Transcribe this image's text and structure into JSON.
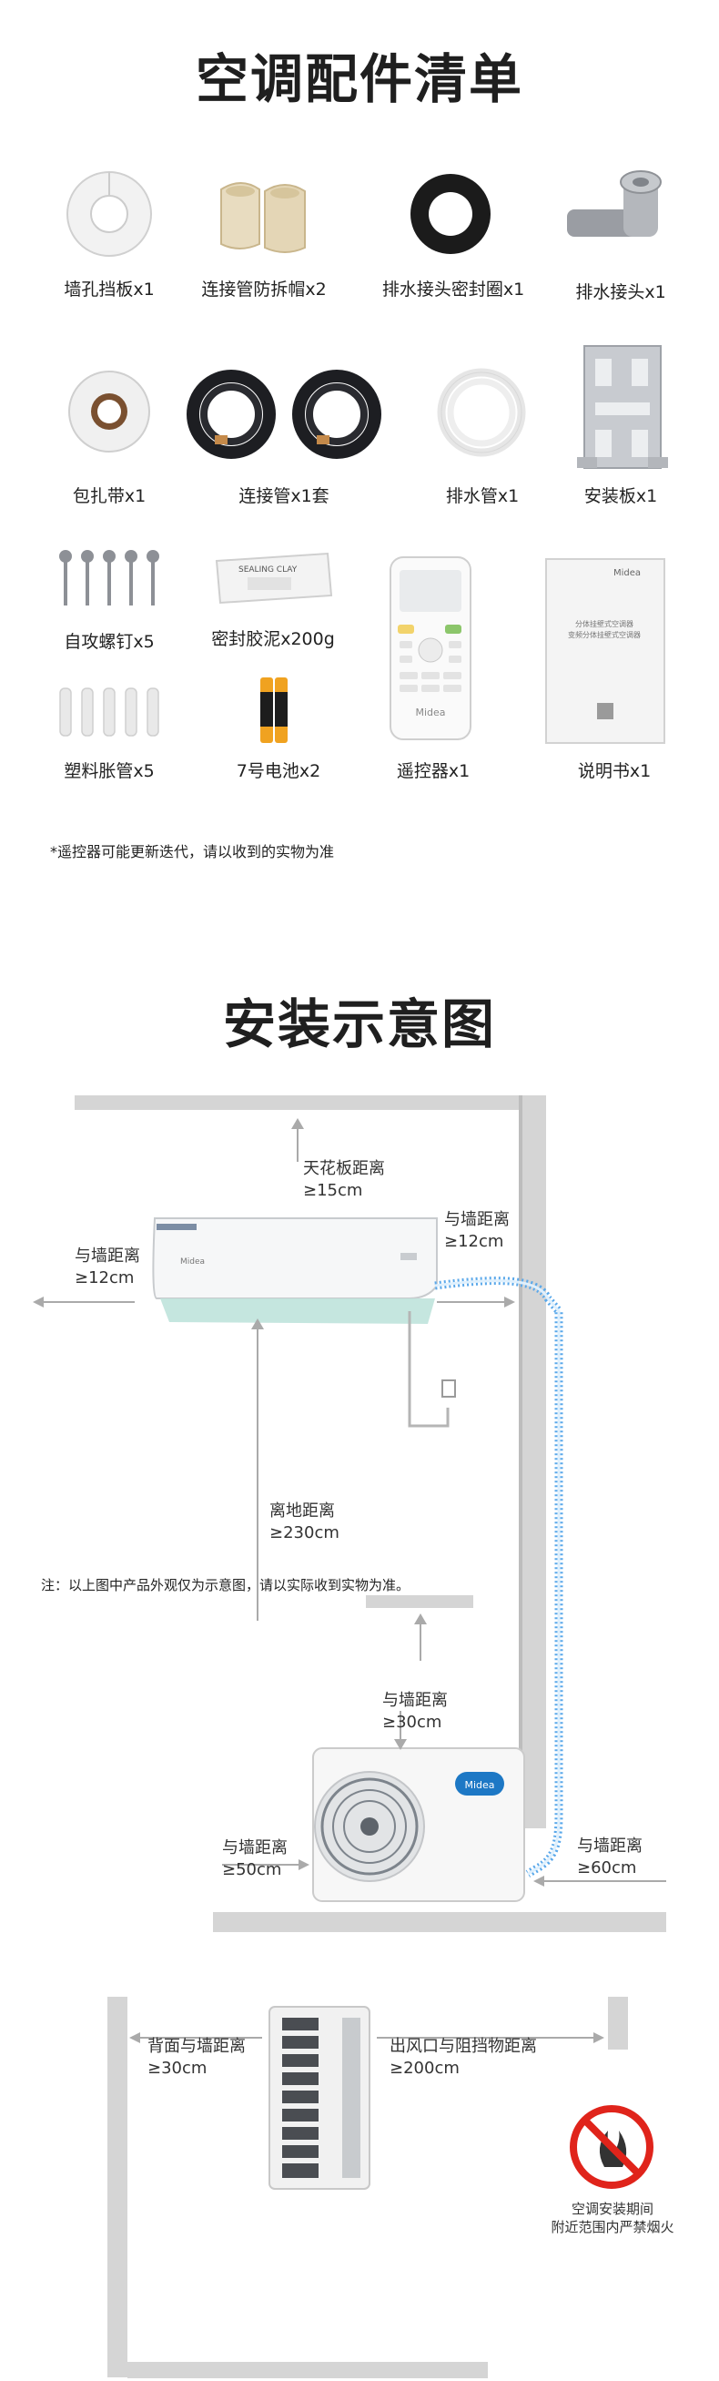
{
  "accessories": {
    "title": "空调配件清单",
    "items": [
      {
        "label": "墙孔挡板x1",
        "icon": "wall-hole-cover-icon"
      },
      {
        "label": "连接管防拆帽x2",
        "icon": "anti-removal-cap-icon"
      },
      {
        "label": "排水接头密封圈x1",
        "icon": "seal-ring-icon"
      },
      {
        "label": "排水接头x1",
        "icon": "drain-connector-icon"
      },
      {
        "label": "包扎带x1",
        "icon": "binding-tape-icon"
      },
      {
        "label": "连接管x1套",
        "icon": "connecting-pipe-icon"
      },
      {
        "label": "排水管x1",
        "icon": "drain-pipe-icon"
      },
      {
        "label": "安装板x1",
        "icon": "mounting-plate-icon"
      },
      {
        "label": "自攻螺钉x5",
        "icon": "screws-icon"
      },
      {
        "label": "密封胶泥x200g",
        "icon": "sealing-clay-icon"
      },
      {
        "label": "遥控器x1",
        "icon": "remote-control-icon"
      },
      {
        "label": "说明书x1",
        "icon": "manual-icon"
      },
      {
        "label": "塑料胀管x5",
        "icon": "wall-plugs-icon"
      },
      {
        "label": "7号电池x2",
        "icon": "battery-icon"
      }
    ],
    "footnote": "*遥控器可能更新迭代，请以收到的实物为准",
    "clay_packet_text": "SEALING CLAY",
    "remote_brand": "Midea",
    "manual_brand": "Midea",
    "manual_lines": [
      "分体挂壁式空调器",
      "变频分体挂壁式空调器"
    ]
  },
  "install": {
    "title": "安装示意图",
    "ceiling": {
      "label": "天花板距离",
      "value": "≥15cm"
    },
    "left_wall": {
      "label": "与墙距离",
      "value": "≥12cm"
    },
    "right_wall": {
      "label": "与墙距离",
      "value": "≥12cm"
    },
    "floor": {
      "label": "离地距离",
      "value": "≥230cm"
    },
    "note": "注：以上图中产品外观仅为示意图，请以实际收到实物为准。",
    "outdoor_top": {
      "label": "与墙距离",
      "value": "≥30cm"
    },
    "outdoor_left": {
      "label": "与墙距离",
      "value": "≥50cm"
    },
    "outdoor_right": {
      "label": "与墙距离",
      "value": "≥60cm"
    },
    "back_wall": {
      "label": "背面与墙距离",
      "value": "≥30cm"
    },
    "outlet": {
      "label": "出风口与阻挡物距离",
      "value": "≥200cm"
    },
    "warning": [
      "空调安装期间",
      "附近范围内严禁烟火"
    ],
    "outdoor_brand": "Midea",
    "indoor_brand": "Midea"
  },
  "colors": {
    "wall": "#d5d5d5",
    "pipe": "#5aa8ea",
    "warning_red": "#e0241b",
    "airflow": "#bfe3dc"
  }
}
